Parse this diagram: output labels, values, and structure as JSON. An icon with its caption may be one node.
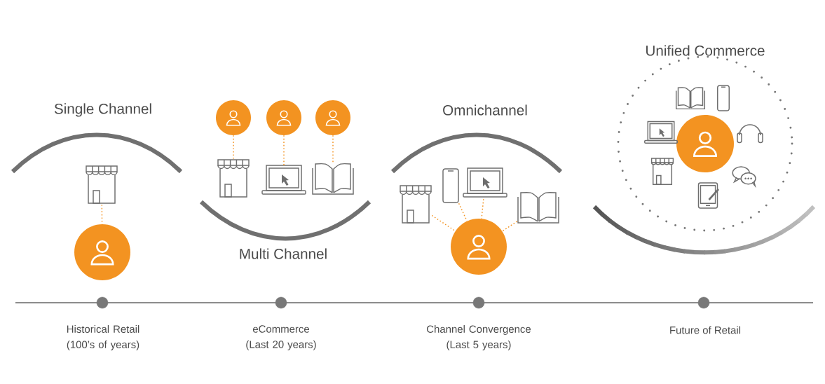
{
  "diagram": {
    "nodes": [
      {
        "text": [],
        "shape": "store"
      },
      {
        "text": [],
        "shape": "person"
      },
      {
        "text": [],
        "shape": "person"
      },
      {
        "text": [],
        "shape": "person"
      },
      {
        "text": [],
        "shape": "person"
      },
      {
        "text": [],
        "shape": "store"
      },
      {
        "text": [],
        "shape": "laptop"
      },
      {
        "text": [],
        "shape": "book"
      },
      {
        "text": [],
        "shape": "store"
      },
      {
        "text": [],
        "shape": "phone"
      },
      {
        "text": [],
        "shape": "laptop"
      },
      {
        "text": [],
        "shape": "book"
      },
      {
        "text": [],
        "shape": "person"
      }
    ],
    "edges": [
      {
        "from": 0,
        "to": 1,
        "arrow": "none"
      },
      {
        "from": 2,
        "to": 5,
        "arrow": "none"
      },
      {
        "from": 3,
        "to": 6,
        "arrow": "none"
      },
      {
        "from": 4,
        "to": 7,
        "arrow": "none"
      },
      {
        "from": 8,
        "to": 12,
        "arrow": "none"
      },
      {
        "from": 9,
        "to": 12,
        "arrow": "none"
      },
      {
        "from": 10,
        "to": 12,
        "arrow": "none"
      },
      {
        "from": 11,
        "to": 12,
        "arrow": "none"
      }
    ],
    "labels": [
      "Unified Commerce",
      "Single Channel",
      "Omnichannel",
      "Multi Channel",
      "Historical Retail (100’s of years)",
      "eCommerce (Last 20 years)",
      "Channel Convergence (Last 5 years)",
      "Future of Retail"
    ]
  }
}
